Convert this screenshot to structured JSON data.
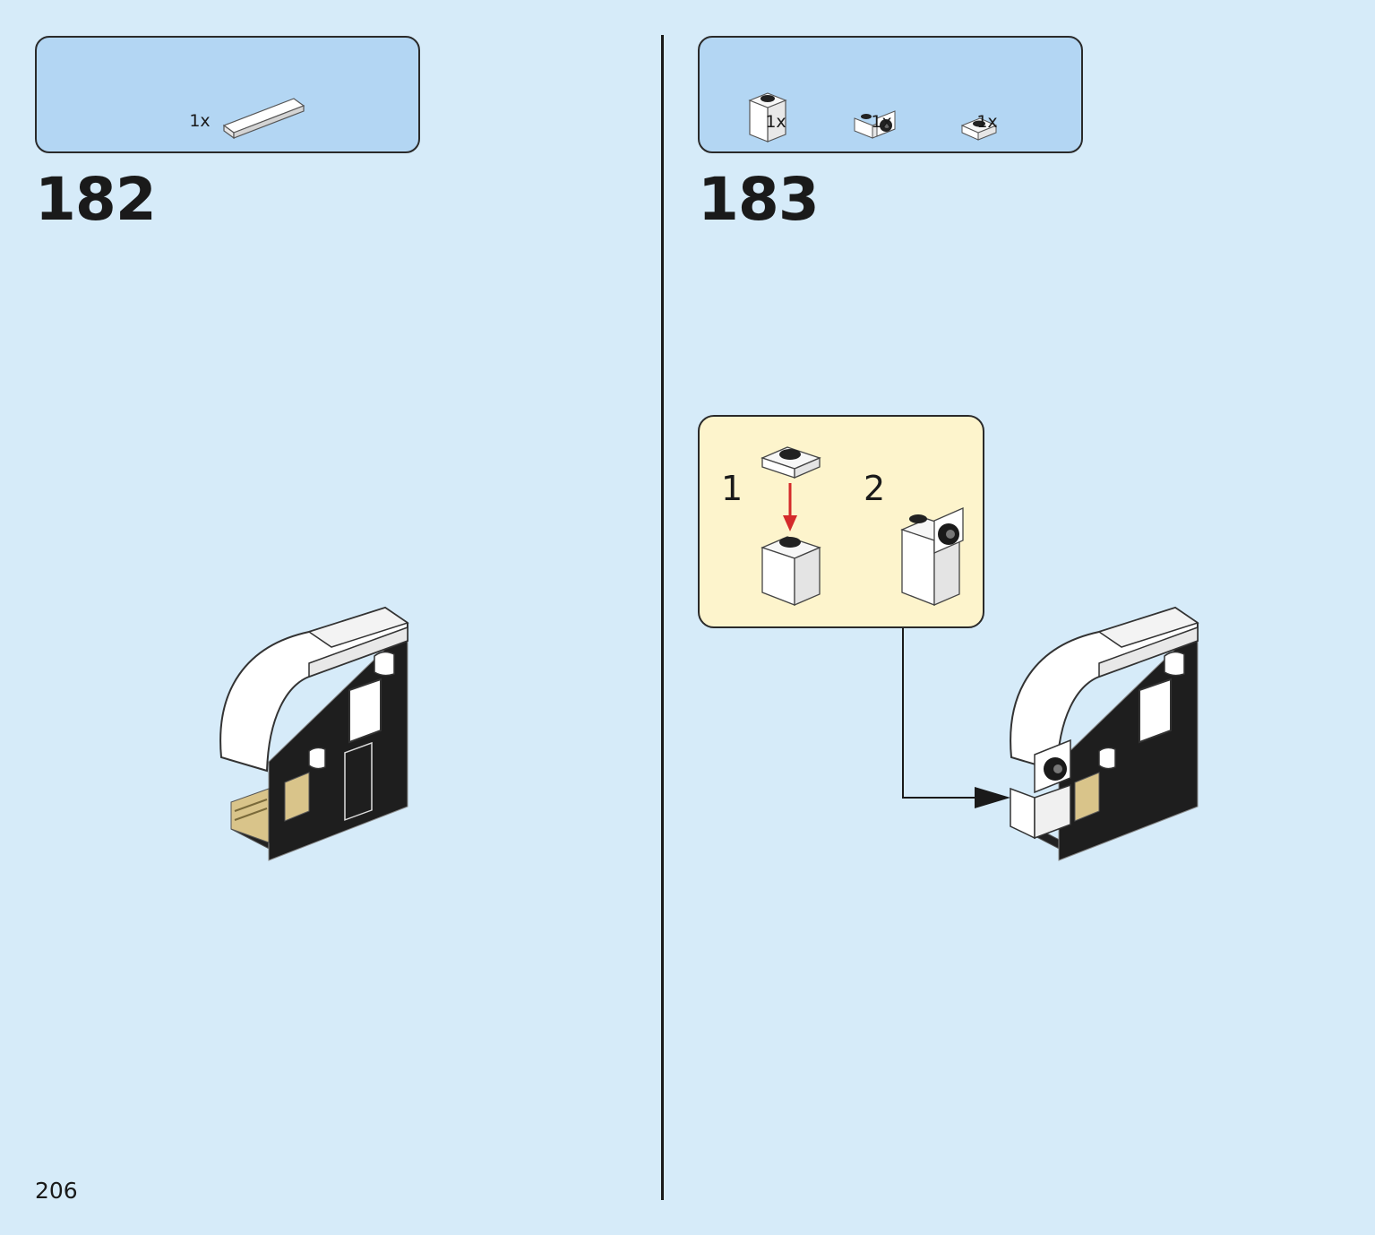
{
  "page": {
    "number": "206"
  },
  "steps": [
    {
      "number": "182",
      "parts": [
        {
          "qty": "1x",
          "icon": "white-tile-1x4"
        }
      ]
    },
    {
      "number": "183",
      "parts": [
        {
          "qty": "1x",
          "icon": "white-brick-1x1"
        },
        {
          "qty": "1x",
          "icon": "white-bracket-with-black-round-tile"
        },
        {
          "qty": "1x",
          "icon": "white-plate-1x1"
        }
      ],
      "callout": {
        "substeps": [
          "1",
          "2"
        ]
      }
    }
  ],
  "colors": {
    "background": "#d6ebf9",
    "parts_box": "#b3d6f3",
    "callout": "#fdf4cc",
    "arrow_red": "#d42a2a"
  }
}
